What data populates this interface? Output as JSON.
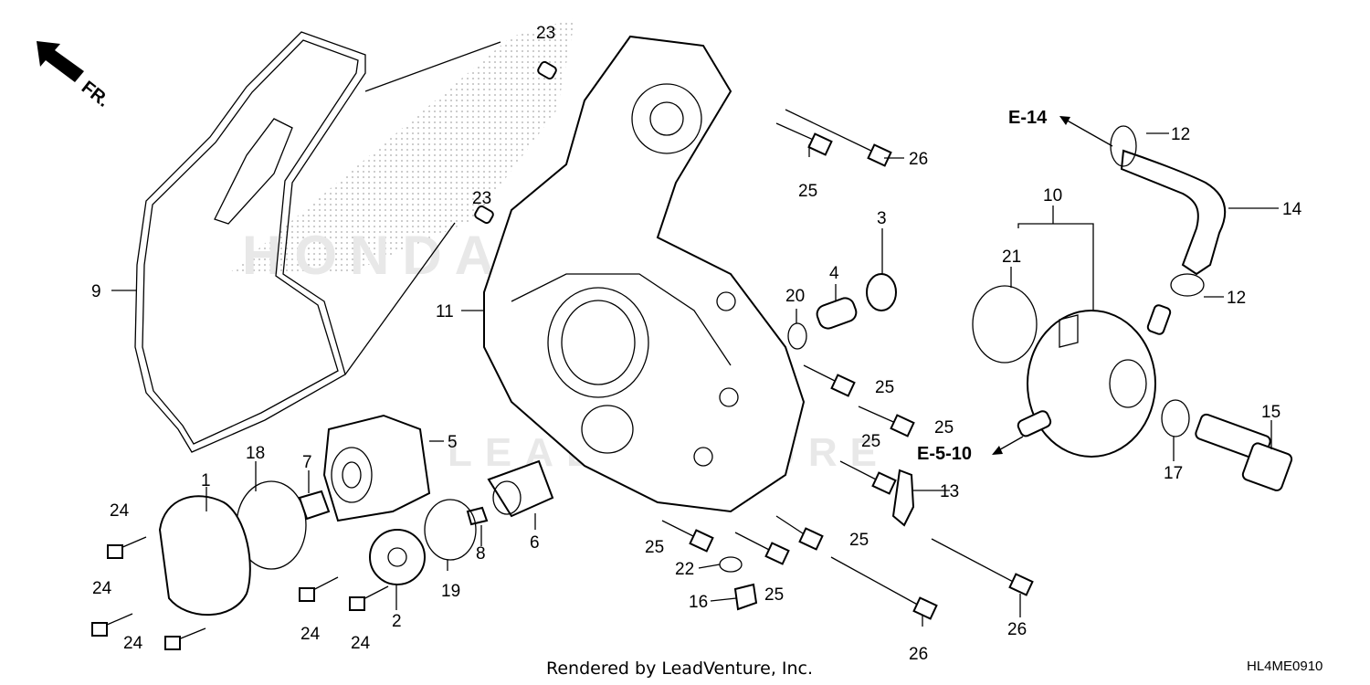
{
  "orientation": {
    "label": "FR."
  },
  "refs": {
    "e14": "E-14",
    "e510": "E-5-10"
  },
  "callouts": {
    "c1": "1",
    "c2": "2",
    "c3": "3",
    "c4": "4",
    "c5": "5",
    "c6": "6",
    "c7": "7",
    "c8": "8",
    "c9": "9",
    "c10": "10",
    "c11": "11",
    "c12a": "12",
    "c12b": "12",
    "c13": "13",
    "c14": "14",
    "c15": "15",
    "c16": "16",
    "c17": "17",
    "c18": "18",
    "c19": "19",
    "c20": "20",
    "c21": "21",
    "c22": "22",
    "c23a": "23",
    "c23b": "23",
    "c24a": "24",
    "c24b": "24",
    "c24c": "24",
    "c24d": "24",
    "c24e": "24",
    "c25a": "25",
    "c25b": "25",
    "c25c": "25",
    "c25d": "25",
    "c25e": "25",
    "c25f": "25",
    "c25g": "25",
    "c26a": "26",
    "c26b": "26",
    "c26c": "26"
  },
  "watermark": {
    "brand": "HONDA",
    "dealer": "LEADVENTURE"
  },
  "footer": {
    "rendered_by": "Rendered by LeadVenture, Inc.",
    "diagram_code": "HL4ME0910"
  }
}
